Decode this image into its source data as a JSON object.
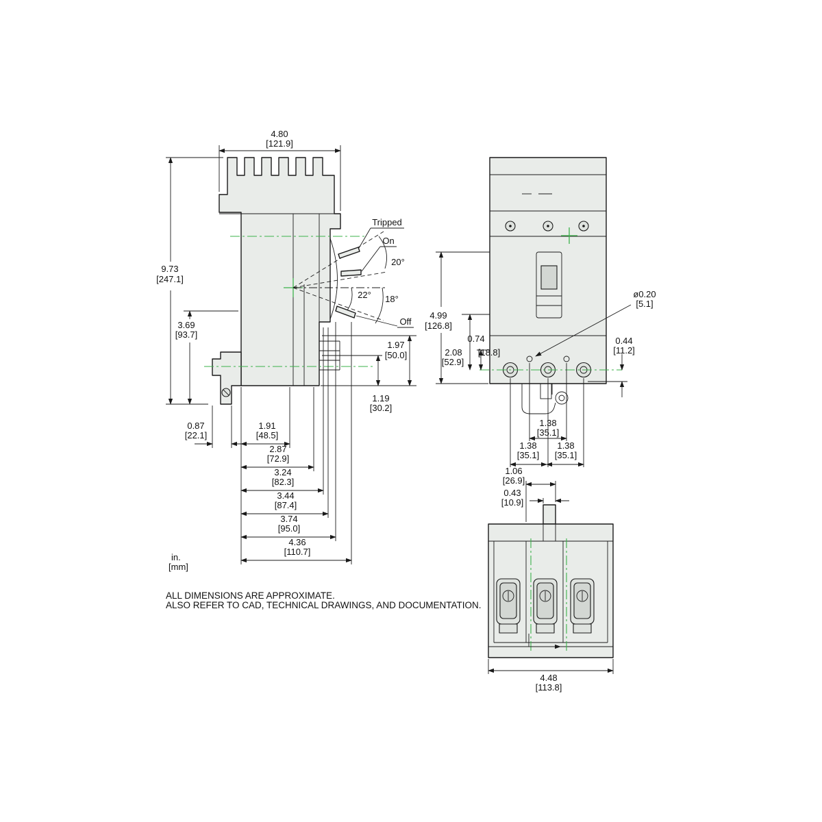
{
  "colors": {
    "outline": "#1a1a1a",
    "body_fill": "#e9ece9",
    "centerline_green": "#3bb24a",
    "background": "#ffffff"
  },
  "notes": {
    "units_in": "in.",
    "units_mm": "[mm]",
    "line1": "ALL DIMENSIONS ARE APPROXIMATE.",
    "line2": "ALSO REFER TO CAD, TECHNICAL DRAWINGS, AND DOCUMENTATION."
  },
  "side": {
    "labels": {
      "tripped": "Tripped",
      "on": "On",
      "off": "Off",
      "angle_top": "20°",
      "angle_mid": "22°",
      "angle_bottom": "18°"
    },
    "d480": {
      "in": "4.80",
      "mm": "[121.9]"
    },
    "d973": {
      "in": "9.73",
      "mm": "[247.1]"
    },
    "d369": {
      "in": "3.69",
      "mm": "[93.7]"
    },
    "d087": {
      "in": "0.87",
      "mm": "[22.1]"
    },
    "d191": {
      "in": "1.91",
      "mm": "[48.5]"
    },
    "d287": {
      "in": "2.87",
      "mm": "[72.9]"
    },
    "d324": {
      "in": "3.24",
      "mm": "[82.3]"
    },
    "d344": {
      "in": "3.44",
      "mm": "[87.4]"
    },
    "d374": {
      "in": "3.74",
      "mm": "[95.0]"
    },
    "d436": {
      "in": "4.36",
      "mm": "[110.7]"
    },
    "d197": {
      "in": "1.97",
      "mm": "[50.0]"
    },
    "d119": {
      "in": "1.19",
      "mm": "[30.2]"
    }
  },
  "front": {
    "d499": {
      "in": "4.99",
      "mm": "[126.8]"
    },
    "d074": {
      "in": "0.74",
      "mm": "[18.8]"
    },
    "d208": {
      "in": "2.08",
      "mm": "[52.9]"
    },
    "hole": {
      "in": "ø0.20",
      "mm": "[5.1]"
    },
    "d044": {
      "in": "0.44",
      "mm": "[11.2]"
    },
    "p138a": {
      "in": "1.38",
      "mm": "[35.1]"
    },
    "p138b": {
      "in": "1.38",
      "mm": "[35.1]"
    },
    "p138c": {
      "in": "1.38",
      "mm": "[35.1]"
    }
  },
  "bottom": {
    "d106": {
      "in": "1.06",
      "mm": "[26.9]"
    },
    "d043": {
      "in": "0.43",
      "mm": "[10.9]"
    },
    "d448": {
      "in": "4.48",
      "mm": "[113.8]"
    }
  }
}
